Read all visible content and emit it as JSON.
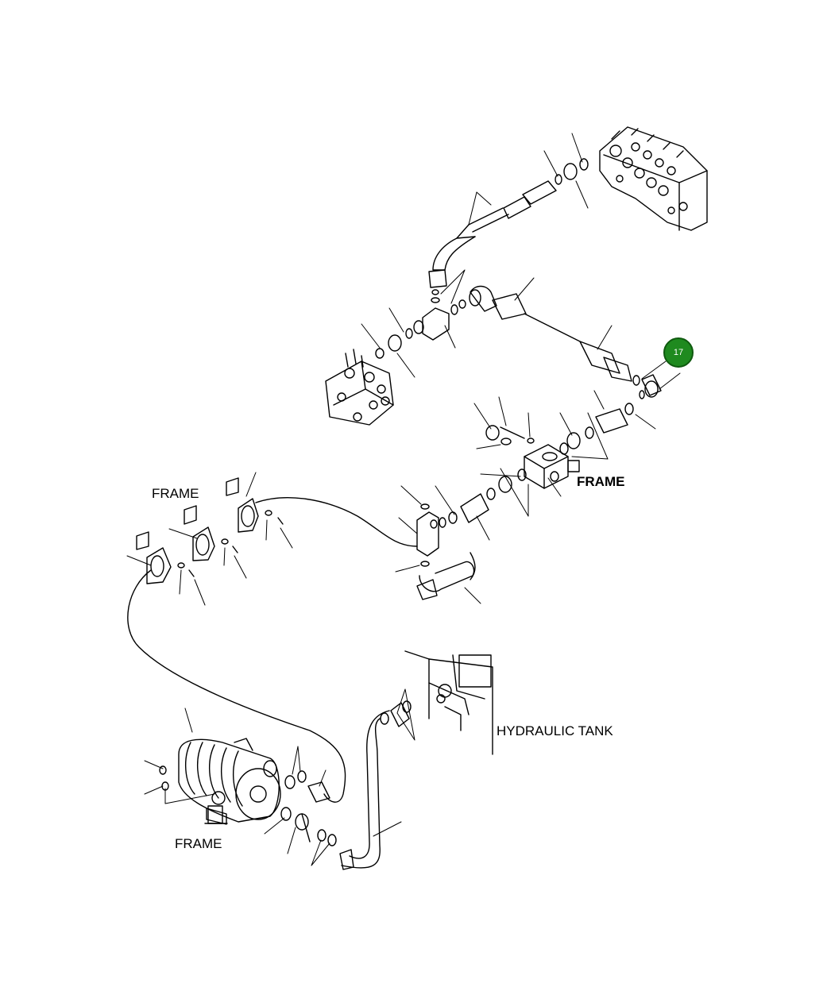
{
  "labels": {
    "frame_top_left": "FRAME",
    "frame_right": "FRAME",
    "frame_bottom": "FRAME",
    "hydraulic_tank": "HYDRAULIC TANK"
  },
  "callout": {
    "number": "17",
    "color": "#1f8a1f"
  },
  "icons": [
    "control-valve-icon",
    "pump-icon",
    "hose-icon",
    "fitting-icon",
    "o-ring-icon",
    "hydraulic-tank-icon"
  ]
}
